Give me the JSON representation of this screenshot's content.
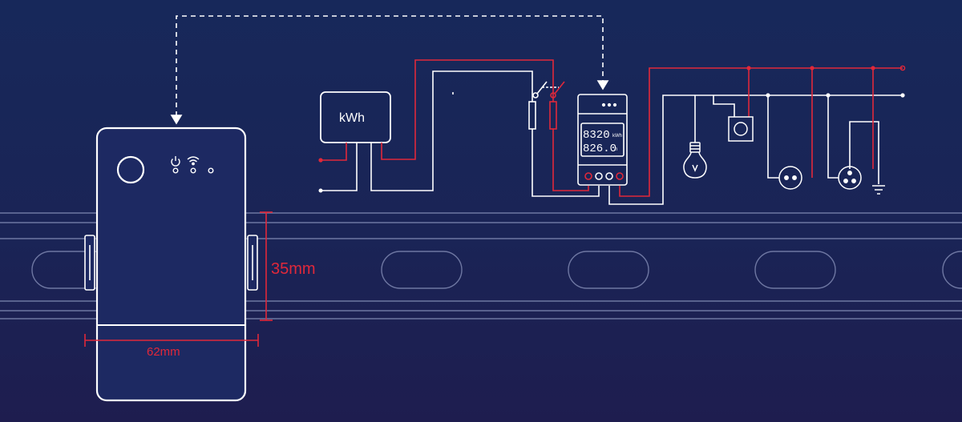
{
  "meter_label": "kWh",
  "display": {
    "reading_top": "8320",
    "unit_top": "kWh",
    "reading_bottom": "826.0",
    "unit_bottom": "h"
  },
  "dimensions": {
    "height_label": "35mm",
    "width_label": "62mm"
  },
  "colors": {
    "background": "#17285a",
    "line_white": "#ffffff",
    "line_red": "#e0283a",
    "rail": "#8790b8"
  },
  "icons": [
    "power-icon",
    "wifi-icon",
    "led-dot-icon",
    "light-bulb-icon",
    "socket-icon",
    "ground-icon",
    "switch-icon"
  ]
}
